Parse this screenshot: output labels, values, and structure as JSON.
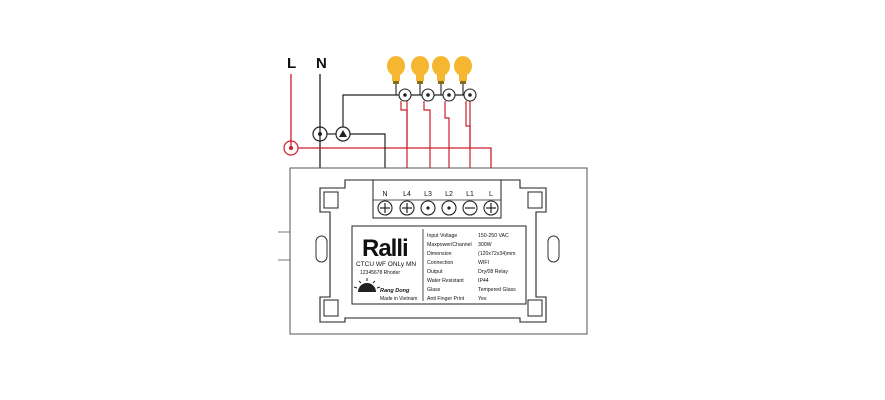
{
  "labels": {
    "line": "L",
    "neutral": "N"
  },
  "terminals": [
    "N",
    "L4",
    "L3",
    "L2",
    "L1",
    "L"
  ],
  "brand": {
    "name": "Ralli",
    "model": "CTCU WF ONLy MN",
    "sub_model": "12345678 Rhoder",
    "maker_logo": "Rang Dong",
    "made_in": "Made in Vietnam"
  },
  "specs": [
    {
      "key": "Input Voltage",
      "value": "150-250 VAC"
    },
    {
      "key": "Maxpower/Channel",
      "value": "300W"
    },
    {
      "key": "Dimension",
      "value": "(120x72x34)mm"
    },
    {
      "key": "Connection",
      "value": "WIFI"
    },
    {
      "key": "Output",
      "value": "Dry/08 Relay"
    },
    {
      "key": "Water Resistant",
      "value": "IP44"
    },
    {
      "key": "Glass",
      "value": "Tempered Glass"
    },
    {
      "key": "Anti Finger Print",
      "value": "Yes"
    }
  ],
  "colors": {
    "live_wire": "#cc1f2a",
    "neutral_wire": "#222222",
    "bulb": "#f5b731",
    "outline": "#555555"
  },
  "icons": {
    "bulb": "light-bulb-icon",
    "sun_logo": "sun-logo-icon"
  }
}
